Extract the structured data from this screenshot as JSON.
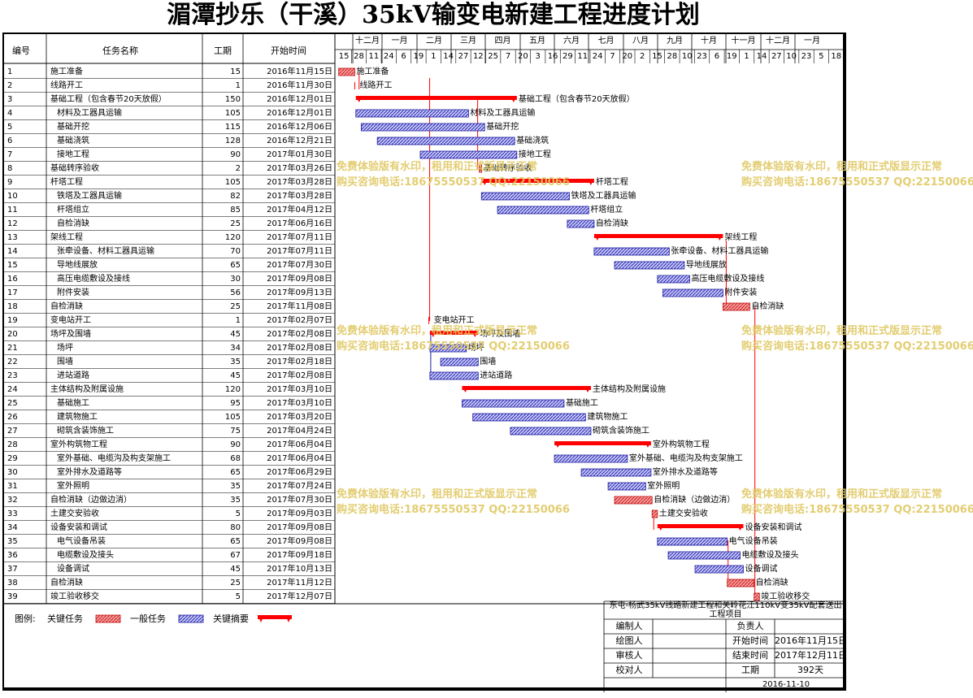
{
  "title": "湄潭抄乐（干溪）35kV输变电新建工程进度计划",
  "headers": {
    "id": "编号",
    "name": "任务名称",
    "duration": "工期",
    "start": "开始时间"
  },
  "months": [
    "十二月",
    "一月",
    "二月",
    "三月",
    "四月",
    "五月",
    "六月",
    "七月",
    "八月",
    "九月",
    "十月",
    "十一月",
    "十二月",
    "一月"
  ],
  "days": [
    "15",
    "28",
    "11",
    "24",
    "6",
    "19",
    "1",
    "14",
    "27",
    "12",
    "25",
    "7",
    "20",
    "3",
    "16",
    "29",
    "11",
    "24",
    "7",
    "20",
    "2",
    "15",
    "28",
    "10",
    "23",
    "6",
    "19",
    "1",
    "14",
    "27",
    "10",
    "23",
    "5",
    "18"
  ],
  "tasks": [
    {
      "id": "1",
      "name": "施工准备",
      "duration": "15",
      "start": "2016年11月15日",
      "indent": 0,
      "type": "critical",
      "bar_label": "施工准备"
    },
    {
      "id": "2",
      "name": "线路开工",
      "duration": "1",
      "start": "2016年11月30日",
      "indent": 0,
      "type": "milestone",
      "bar_label": "线路开工"
    },
    {
      "id": "3",
      "name": "基础工程（包含春节20天放假）",
      "duration": "150",
      "start": "2016年12月01日",
      "indent": 0,
      "type": "summary",
      "bar_label": "基础工程（包含春节20天放假）"
    },
    {
      "id": "4",
      "name": "材料及工器具运输",
      "duration": "105",
      "start": "2016年12月01日",
      "indent": 1,
      "type": "normal",
      "bar_label": "材料及工器具运输"
    },
    {
      "id": "5",
      "name": "基础开挖",
      "duration": "115",
      "start": "2016年12月06日",
      "indent": 1,
      "type": "normal",
      "bar_label": "基础开挖"
    },
    {
      "id": "6",
      "name": "基础浇筑",
      "duration": "128",
      "start": "2016年12月21日",
      "indent": 1,
      "type": "normal",
      "bar_label": "基础浇筑"
    },
    {
      "id": "7",
      "name": "接地工程",
      "duration": "90",
      "start": "2017年01月30日",
      "indent": 1,
      "type": "normal",
      "bar_label": "接地工程"
    },
    {
      "id": "8",
      "name": "基础转序验收",
      "duration": "2",
      "start": "2017年03月26日",
      "indent": 0,
      "type": "critical",
      "bar_label": "基础转序验收"
    },
    {
      "id": "9",
      "name": "杆塔工程",
      "duration": "105",
      "start": "2017年03月28日",
      "indent": 0,
      "type": "summary",
      "bar_label": "杆塔工程"
    },
    {
      "id": "10",
      "name": "铁塔及工器具运输",
      "duration": "82",
      "start": "2017年03月28日",
      "indent": 1,
      "type": "normal",
      "bar_label": "铁塔及工器具运输"
    },
    {
      "id": "11",
      "name": "杆塔组立",
      "duration": "85",
      "start": "2017年04月12日",
      "indent": 1,
      "type": "normal",
      "bar_label": "杆塔组立"
    },
    {
      "id": "12",
      "name": "自检消缺",
      "duration": "25",
      "start": "2017年06月16日",
      "indent": 1,
      "type": "normal",
      "bar_label": "自检消缺"
    },
    {
      "id": "13",
      "name": "架线工程",
      "duration": "120",
      "start": "2017年07月11日",
      "indent": 0,
      "type": "summary",
      "bar_label": "架线工程"
    },
    {
      "id": "14",
      "name": "张牵设备、材料工器具运输",
      "duration": "70",
      "start": "2017年07月11日",
      "indent": 1,
      "type": "normal",
      "bar_label": "张牵设备、材料工器具运输"
    },
    {
      "id": "15",
      "name": "导地线展放",
      "duration": "65",
      "start": "2017年07月30日",
      "indent": 1,
      "type": "normal",
      "bar_label": "导地线展放"
    },
    {
      "id": "16",
      "name": "高压电缆敷设及接线",
      "duration": "30",
      "start": "2017年09月08日",
      "indent": 1,
      "type": "normal",
      "bar_label": "高压电缆敷设及接线"
    },
    {
      "id": "17",
      "name": "附件安装",
      "duration": "56",
      "start": "2017年09月13日",
      "indent": 1,
      "type": "normal",
      "bar_label": "附件安装"
    },
    {
      "id": "18",
      "name": "自检消缺",
      "duration": "25",
      "start": "2017年11月08日",
      "indent": 0,
      "type": "critical",
      "bar_label": "自检消缺"
    },
    {
      "id": "19",
      "name": "变电站开工",
      "duration": "1",
      "start": "2017年02月07日",
      "indent": 0,
      "type": "milestone",
      "bar_label": "变电站开工"
    },
    {
      "id": "20",
      "name": "场坪及围墙",
      "duration": "45",
      "start": "2017年02月08日",
      "indent": 0,
      "type": "summary",
      "bar_label": "场坪及围墙"
    },
    {
      "id": "21",
      "name": "场坪",
      "duration": "34",
      "start": "2017年02月08日",
      "indent": 1,
      "type": "normal",
      "bar_label": "场坪"
    },
    {
      "id": "22",
      "name": "围墙",
      "duration": "35",
      "start": "2017年02月18日",
      "indent": 1,
      "type": "normal",
      "bar_label": "围墙"
    },
    {
      "id": "23",
      "name": "进站道路",
      "duration": "45",
      "start": "2017年02月08日",
      "indent": 1,
      "type": "normal",
      "bar_label": "进站道路"
    },
    {
      "id": "24",
      "name": "主体结构及附属设施",
      "duration": "120",
      "start": "2017年03月10日",
      "indent": 0,
      "type": "summary",
      "bar_label": "主体结构及附属设施"
    },
    {
      "id": "25",
      "name": "基础施工",
      "duration": "95",
      "start": "2017年03月10日",
      "indent": 1,
      "type": "normal",
      "bar_label": "基础施工"
    },
    {
      "id": "26",
      "name": "建筑物施工",
      "duration": "105",
      "start": "2017年03月20日",
      "indent": 1,
      "type": "normal",
      "bar_label": "建筑物施工"
    },
    {
      "id": "27",
      "name": "砌筑含装饰施工",
      "duration": "75",
      "start": "2017年04月24日",
      "indent": 1,
      "type": "normal",
      "bar_label": "砌筑含装饰施工"
    },
    {
      "id": "28",
      "name": "室外构筑物工程",
      "duration": "90",
      "start": "2017年06月04日",
      "indent": 0,
      "type": "summary",
      "bar_label": "室外构筑物工程"
    },
    {
      "id": "29",
      "name": "室外基础、电缆沟及构支架施工",
      "duration": "68",
      "start": "2017年06月04日",
      "indent": 1,
      "type": "normal",
      "bar_label": "室外基础、电缆沟及构支架施工"
    },
    {
      "id": "30",
      "name": "室外排水及道路等",
      "duration": "65",
      "start": "2017年06月29日",
      "indent": 1,
      "type": "normal",
      "bar_label": "室外排水及道路等"
    },
    {
      "id": "31",
      "name": "室外照明",
      "duration": "35",
      "start": "2017年07月24日",
      "indent": 1,
      "type": "normal",
      "bar_label": "室外照明"
    },
    {
      "id": "32",
      "name": "自检消缺（边做边消）",
      "duration": "35",
      "start": "2017年07月30日",
      "indent": 0,
      "type": "critical",
      "bar_label": "自检消缺（边做边消）"
    },
    {
      "id": "33",
      "name": "土建交安验收",
      "duration": "5",
      "start": "2017年09月03日",
      "indent": 0,
      "type": "critical",
      "bar_label": "土建交安验收"
    },
    {
      "id": "34",
      "name": "设备安装和调试",
      "duration": "80",
      "start": "2017年09月08日",
      "indent": 0,
      "type": "summary",
      "bar_label": "设备安装和调试"
    },
    {
      "id": "35",
      "name": "电气设备吊装",
      "duration": "65",
      "start": "2017年09月08日",
      "indent": 1,
      "type": "normal",
      "bar_label": "电气设备吊装"
    },
    {
      "id": "36",
      "name": "电缆敷设及接头",
      "duration": "67",
      "start": "2017年09月18日",
      "indent": 1,
      "type": "normal",
      "bar_label": "电缆敷设及接头"
    },
    {
      "id": "37",
      "name": "设备调试",
      "duration": "45",
      "start": "2017年10月13日",
      "indent": 1,
      "type": "normal",
      "bar_label": "设备调试"
    },
    {
      "id": "38",
      "name": "自检消缺",
      "duration": "25",
      "start": "2017年11月12日",
      "indent": 0,
      "type": "critical",
      "bar_label": "自检消缺"
    },
    {
      "id": "39",
      "name": "竣工验收移交",
      "duration": "5",
      "start": "2017年12月07日",
      "indent": 0,
      "type": "critical",
      "bar_label": "竣工验收移交"
    }
  ],
  "legend": {
    "prefix": "图例:",
    "critical": "关键任务",
    "normal": "一般任务",
    "summary": "关键摘要"
  },
  "watermark": {
    "line1": "免费体验版有水印，租用和正式版显示正常",
    "line2": "购买咨询电话:18675550537 QQ:22150066"
  },
  "info": {
    "project": "东屯-杨武35kV线路新建工程和关岭花江110kV变35kV配套送出工程项目",
    "editor_label": "编制人",
    "owner_label": "负责人",
    "drafter_label": "绘图人",
    "start_label": "开始时间",
    "start_value": "2016年11月15日",
    "reviewer_label": "审核人",
    "end_label": "结束时间",
    "end_value": "2017年12月11日",
    "checker_label": "校对人",
    "duration_label": "工期",
    "duration_value": "392天",
    "print_date": "2016-11-10"
  },
  "colors": {
    "critical": "#e03030",
    "normal": "#3c3cc8",
    "summary": "#ff0000",
    "link": "#ff0000"
  }
}
